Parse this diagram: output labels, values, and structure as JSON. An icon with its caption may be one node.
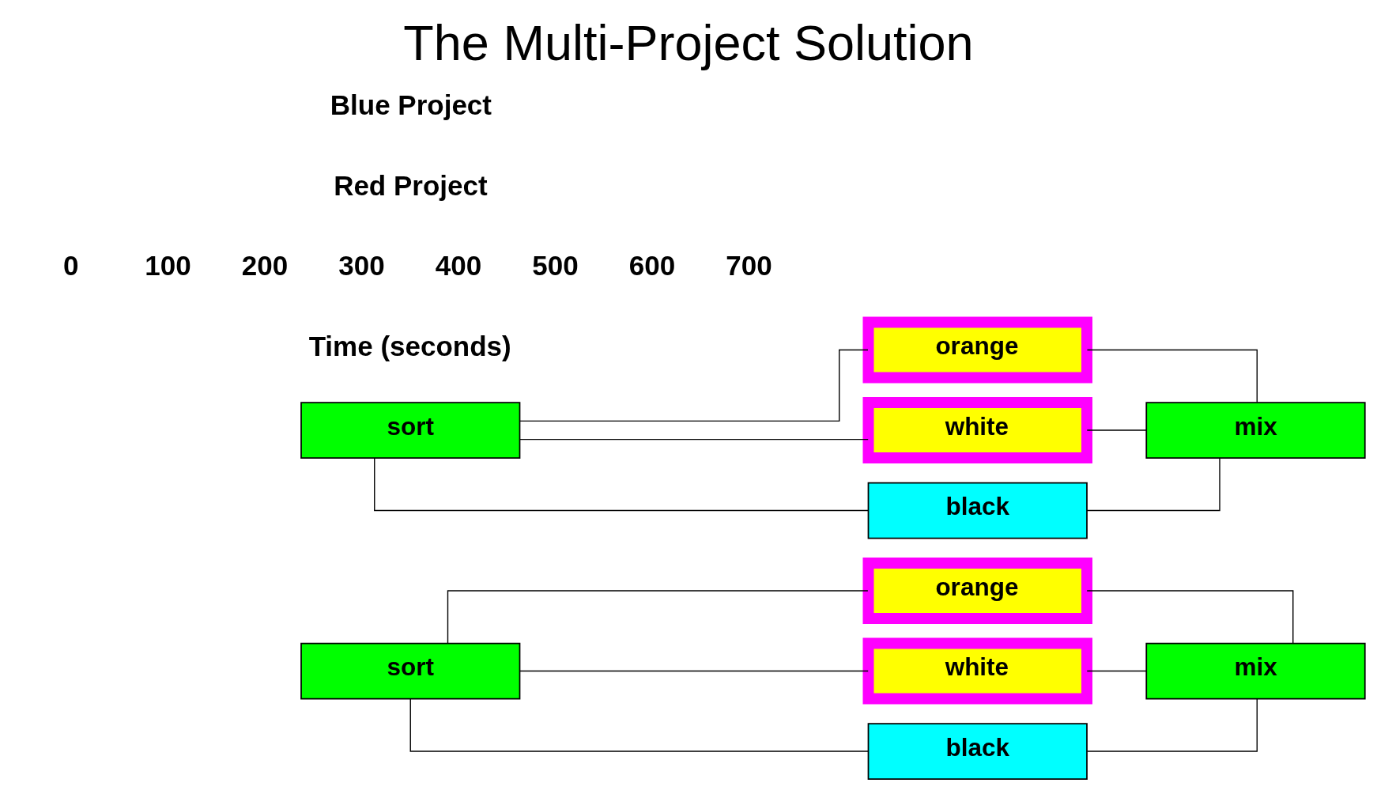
{
  "diagram": {
    "title": "The Multi-Project Solution",
    "nodes": [
      {
        "text": [
          "sort"
        ]
      },
      {
        "text": [
          "orange"
        ]
      },
      {
        "text": [
          "white"
        ]
      },
      {
        "text": [
          "black"
        ]
      },
      {
        "text": [
          "mix"
        ]
      },
      {
        "text": [
          "sort"
        ]
      },
      {
        "text": [
          "orange"
        ]
      },
      {
        "text": [
          "white"
        ]
      },
      {
        "text": [
          "black"
        ]
      },
      {
        "text": [
          "mix"
        ]
      }
    ],
    "edges": [
      {
        "from": 0,
        "to": 1,
        "arrow": "none"
      },
      {
        "from": 0,
        "to": 2,
        "arrow": "none"
      },
      {
        "from": 0,
        "to": 3,
        "arrow": "none"
      },
      {
        "from": 1,
        "to": 4,
        "arrow": "none"
      },
      {
        "from": 2,
        "to": 4,
        "arrow": "none"
      },
      {
        "from": 3,
        "to": 4,
        "arrow": "none"
      },
      {
        "from": 5,
        "to": 6,
        "arrow": "none"
      },
      {
        "from": 5,
        "to": 7,
        "arrow": "none"
      },
      {
        "from": 5,
        "to": 8,
        "arrow": "none"
      },
      {
        "from": 6,
        "to": 9,
        "arrow": "none"
      },
      {
        "from": 7,
        "to": 9,
        "arrow": "none"
      },
      {
        "from": 8,
        "to": 9,
        "arrow": "none"
      }
    ],
    "labels": [
      "Time (seconds)",
      "0",
      "100",
      "200",
      "300",
      "400",
      "500",
      "600",
      "700",
      "Red Project",
      "Blue Project"
    ]
  }
}
